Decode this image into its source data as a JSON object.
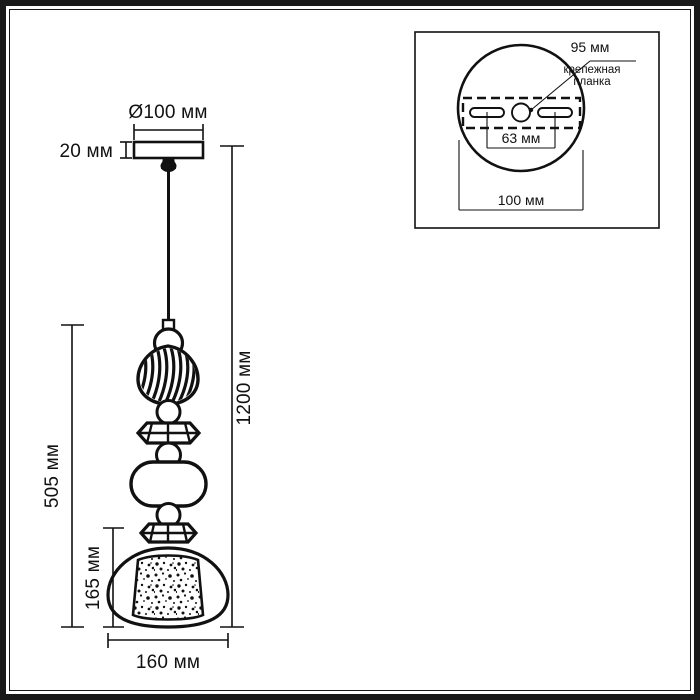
{
  "document": {
    "type": "technical-drawing",
    "subject": "pendant-lamp-dimension-diagram",
    "background_color": "#ffffff",
    "line_color": "#111111"
  },
  "main_view": {
    "canopy_diameter_label": "Ø100 мм",
    "canopy_height_label": "20 мм",
    "total_drop_label": "1200 мм",
    "fixture_height_label": "505 мм",
    "shade_height_label": "165 мм",
    "shade_width_label": "160 мм"
  },
  "inset_view": {
    "title_label": "крепежная",
    "title_label_line2": "планка",
    "plate_length_label": "95 мм",
    "hole_spacing_label": "63 мм",
    "base_diameter_label": "100 мм"
  }
}
